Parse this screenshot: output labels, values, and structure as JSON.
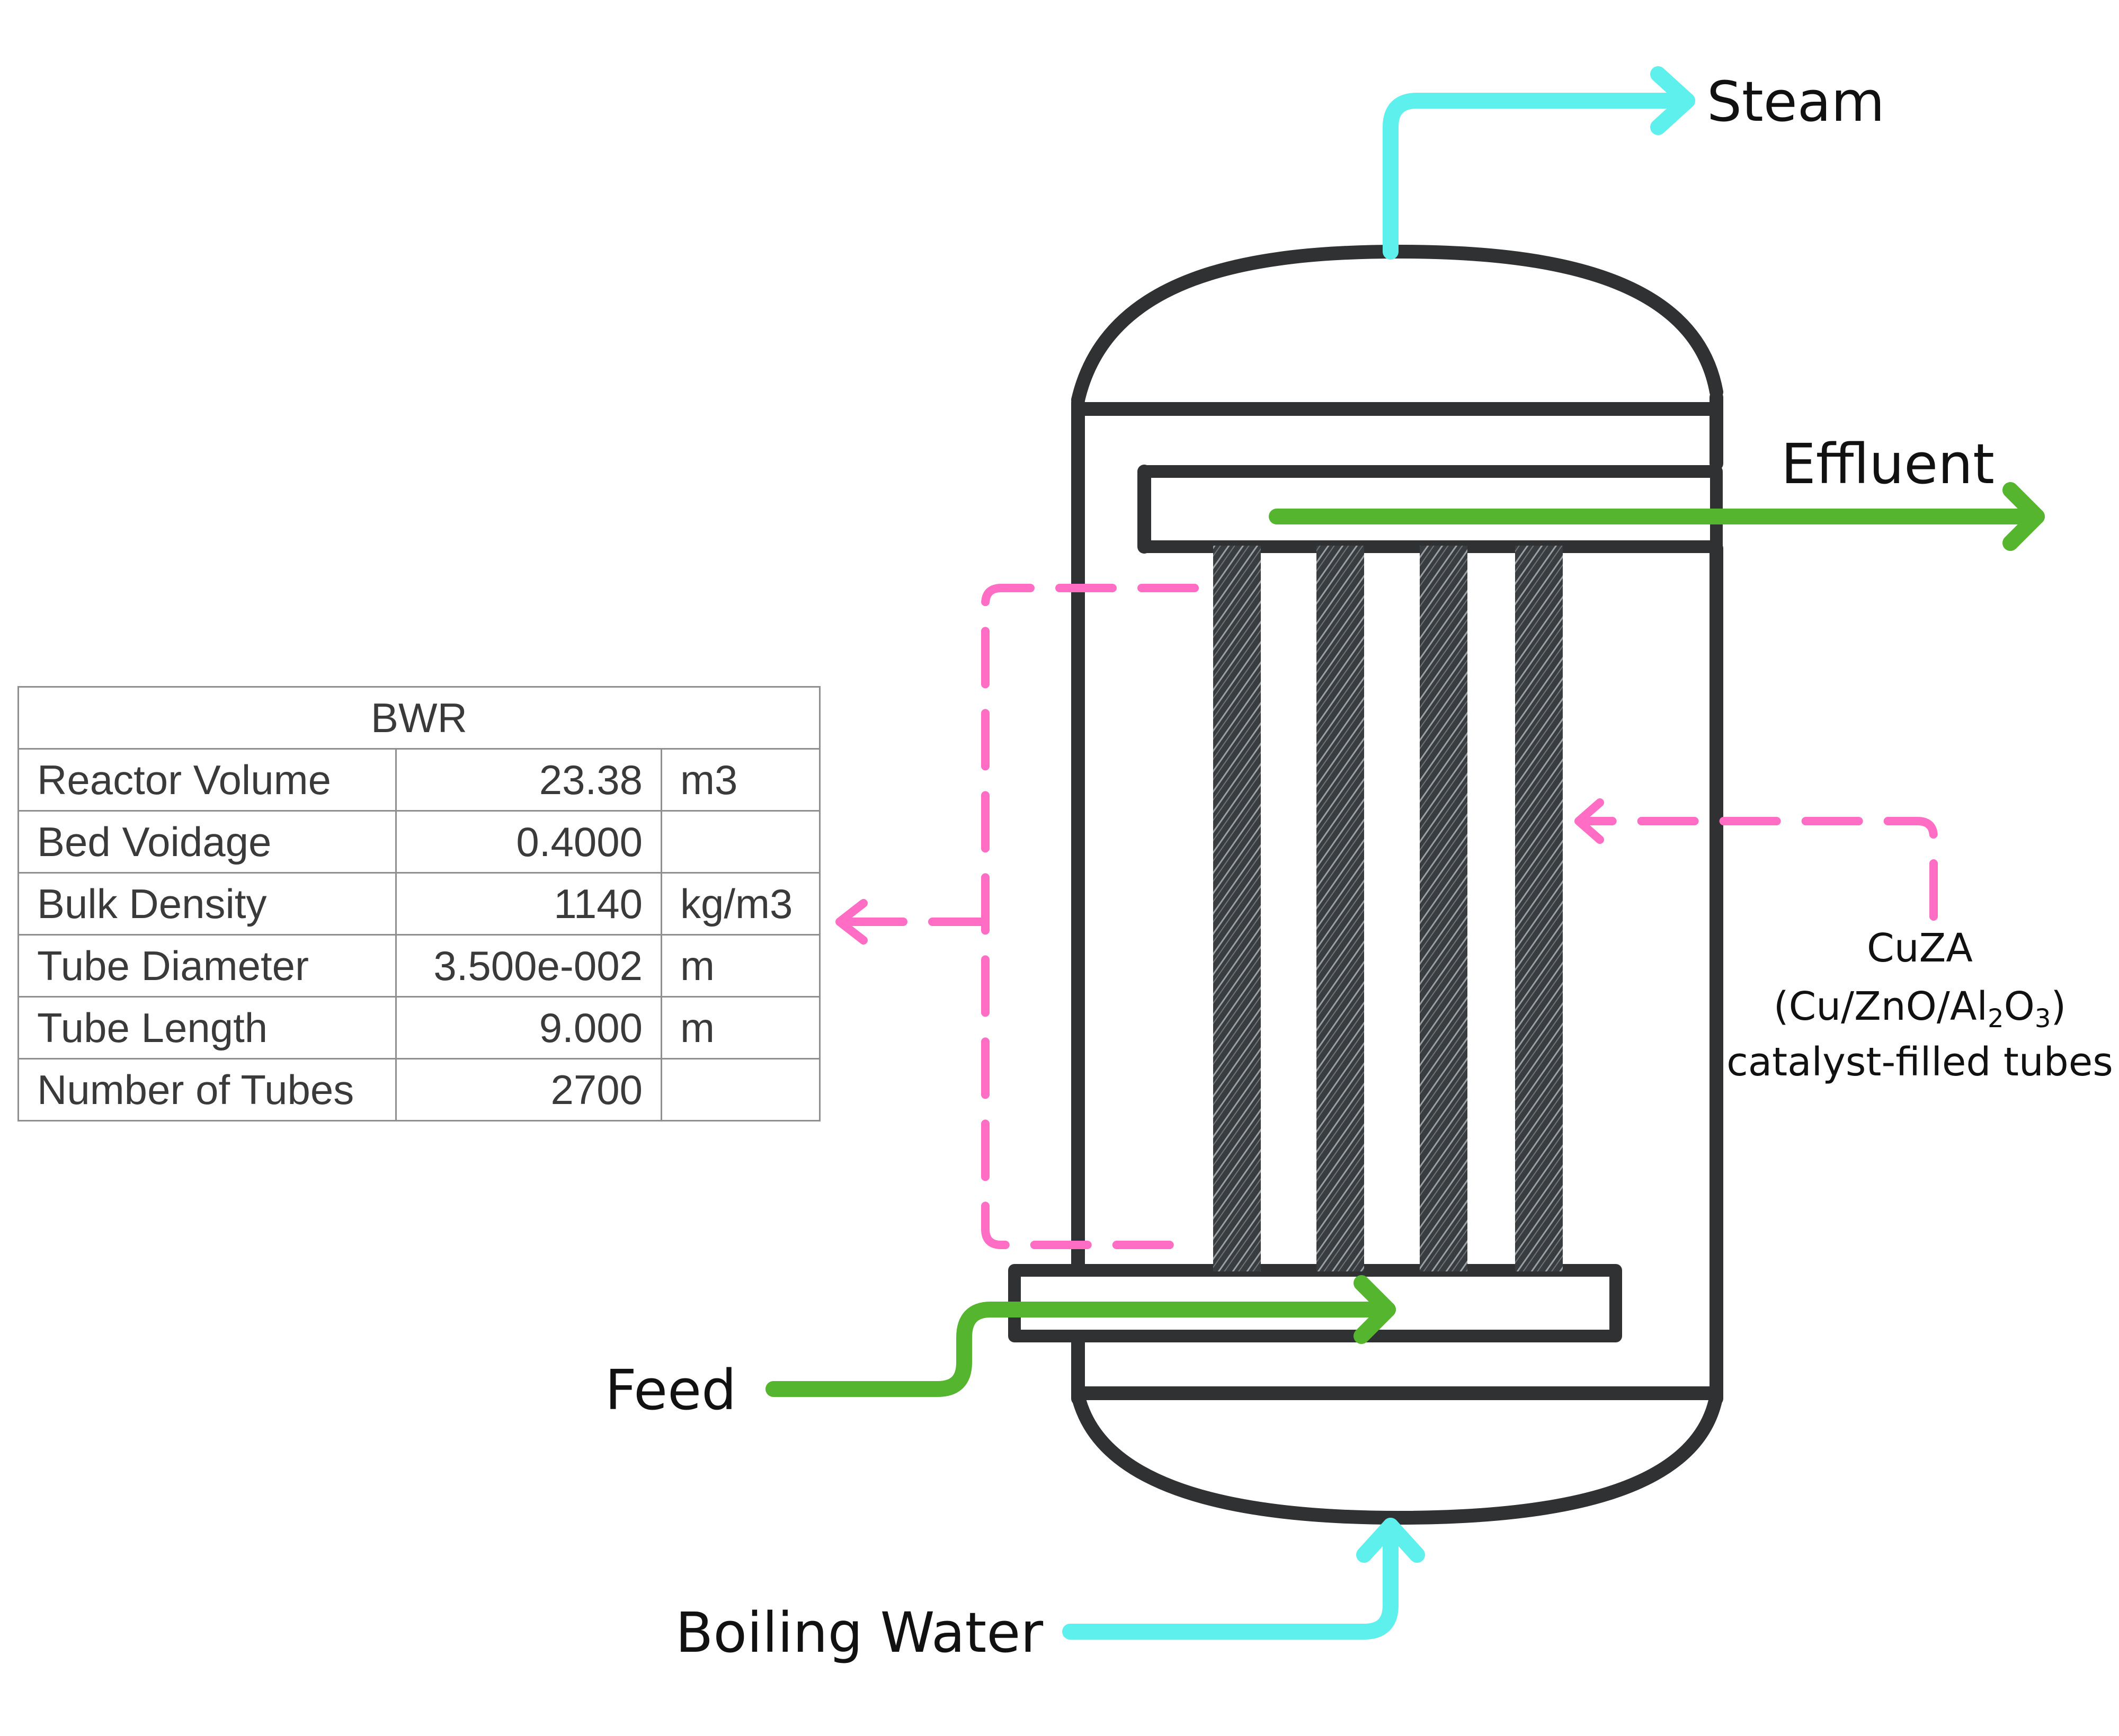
{
  "labels": {
    "steam": "Steam",
    "effluent": "Effluent",
    "feed": "Feed",
    "boiling_water": "Boiling Water",
    "catalyst_line1": "CuZA",
    "catalyst_line2_prefix": "(Cu/ZnO/Al",
    "catalyst_line2_sub1": "2",
    "catalyst_line2_mid": "O",
    "catalyst_line2_sub2": "3",
    "catalyst_line2_suffix": ")",
    "catalyst_line3": "catalyst-filled tubes"
  },
  "table": {
    "title": "BWR",
    "rows": [
      {
        "name": "Reactor Volume",
        "value": "23.38",
        "unit": "m3"
      },
      {
        "name": "Bed Voidage",
        "value": "0.4000",
        "unit": ""
      },
      {
        "name": "Bulk Density",
        "value": "1140",
        "unit": "kg/m3"
      },
      {
        "name": "Tube Diameter",
        "value": "3.500e-002",
        "unit": "m"
      },
      {
        "name": "Tube Length",
        "value": "9.000",
        "unit": "m"
      },
      {
        "name": "Number of Tubes",
        "value": "2700",
        "unit": ""
      }
    ]
  },
  "colors": {
    "water_stream": "#5ef0ec",
    "process_stream": "#55b52e",
    "callout": "#ff6ec4",
    "vessel_outline": "#2f3133"
  }
}
